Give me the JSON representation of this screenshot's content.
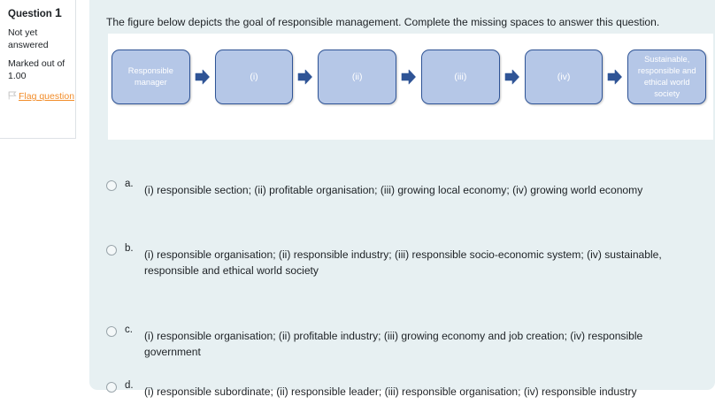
{
  "question_info": {
    "title_label": "Question",
    "number": "1",
    "state": "Not yet answered",
    "grade": "Marked out of 1.00",
    "flag_icon": "flag-icon",
    "flag_label": "Flag question"
  },
  "question": {
    "text": "The figure below depicts the goal of responsible management. Complete the missing spaces to answer this question."
  },
  "figure": {
    "boxes": [
      {
        "label": "Responsible manager",
        "blank": false
      },
      {
        "label": "(i)",
        "blank": true
      },
      {
        "label": "(ii)",
        "blank": true
      },
      {
        "label": "(iii)",
        "blank": true
      },
      {
        "label": "(iv)",
        "blank": true
      },
      {
        "label": "Sustainable, responsible and ethical world society",
        "blank": false
      }
    ],
    "arrow_icon": "right-arrow-icon",
    "box_fill": "#b5c7e7",
    "box_border": "#2f5496",
    "arrow_color": "#2f5496",
    "canvas_background": "#ffffff"
  },
  "answers": {
    "options": [
      {
        "letter": "a.",
        "text": "(i) responsible section; (ii) profitable organisation; (iii) growing local economy; (iv) growing world economy",
        "selected": false
      },
      {
        "letter": "b.",
        "text": "(i) responsible organisation; (ii) responsible industry; (iii) responsible socio-economic system; (iv) sustainable, responsible and ethical world society",
        "selected": false
      },
      {
        "letter": "c.",
        "text": "(i) responsible organisation; (ii) profitable industry; (iii) growing economy and job creation; (iv) responsible government",
        "selected": false
      },
      {
        "letter": "d.",
        "text": "(i) responsible subordinate; (ii) responsible leader; (iii) responsible organisation; (iv) responsible industry",
        "selected": false
      }
    ]
  },
  "theme": {
    "panel_background": "#e7f0f2",
    "flag_link_color": "#f28c28",
    "text_color": "#1d2125"
  }
}
